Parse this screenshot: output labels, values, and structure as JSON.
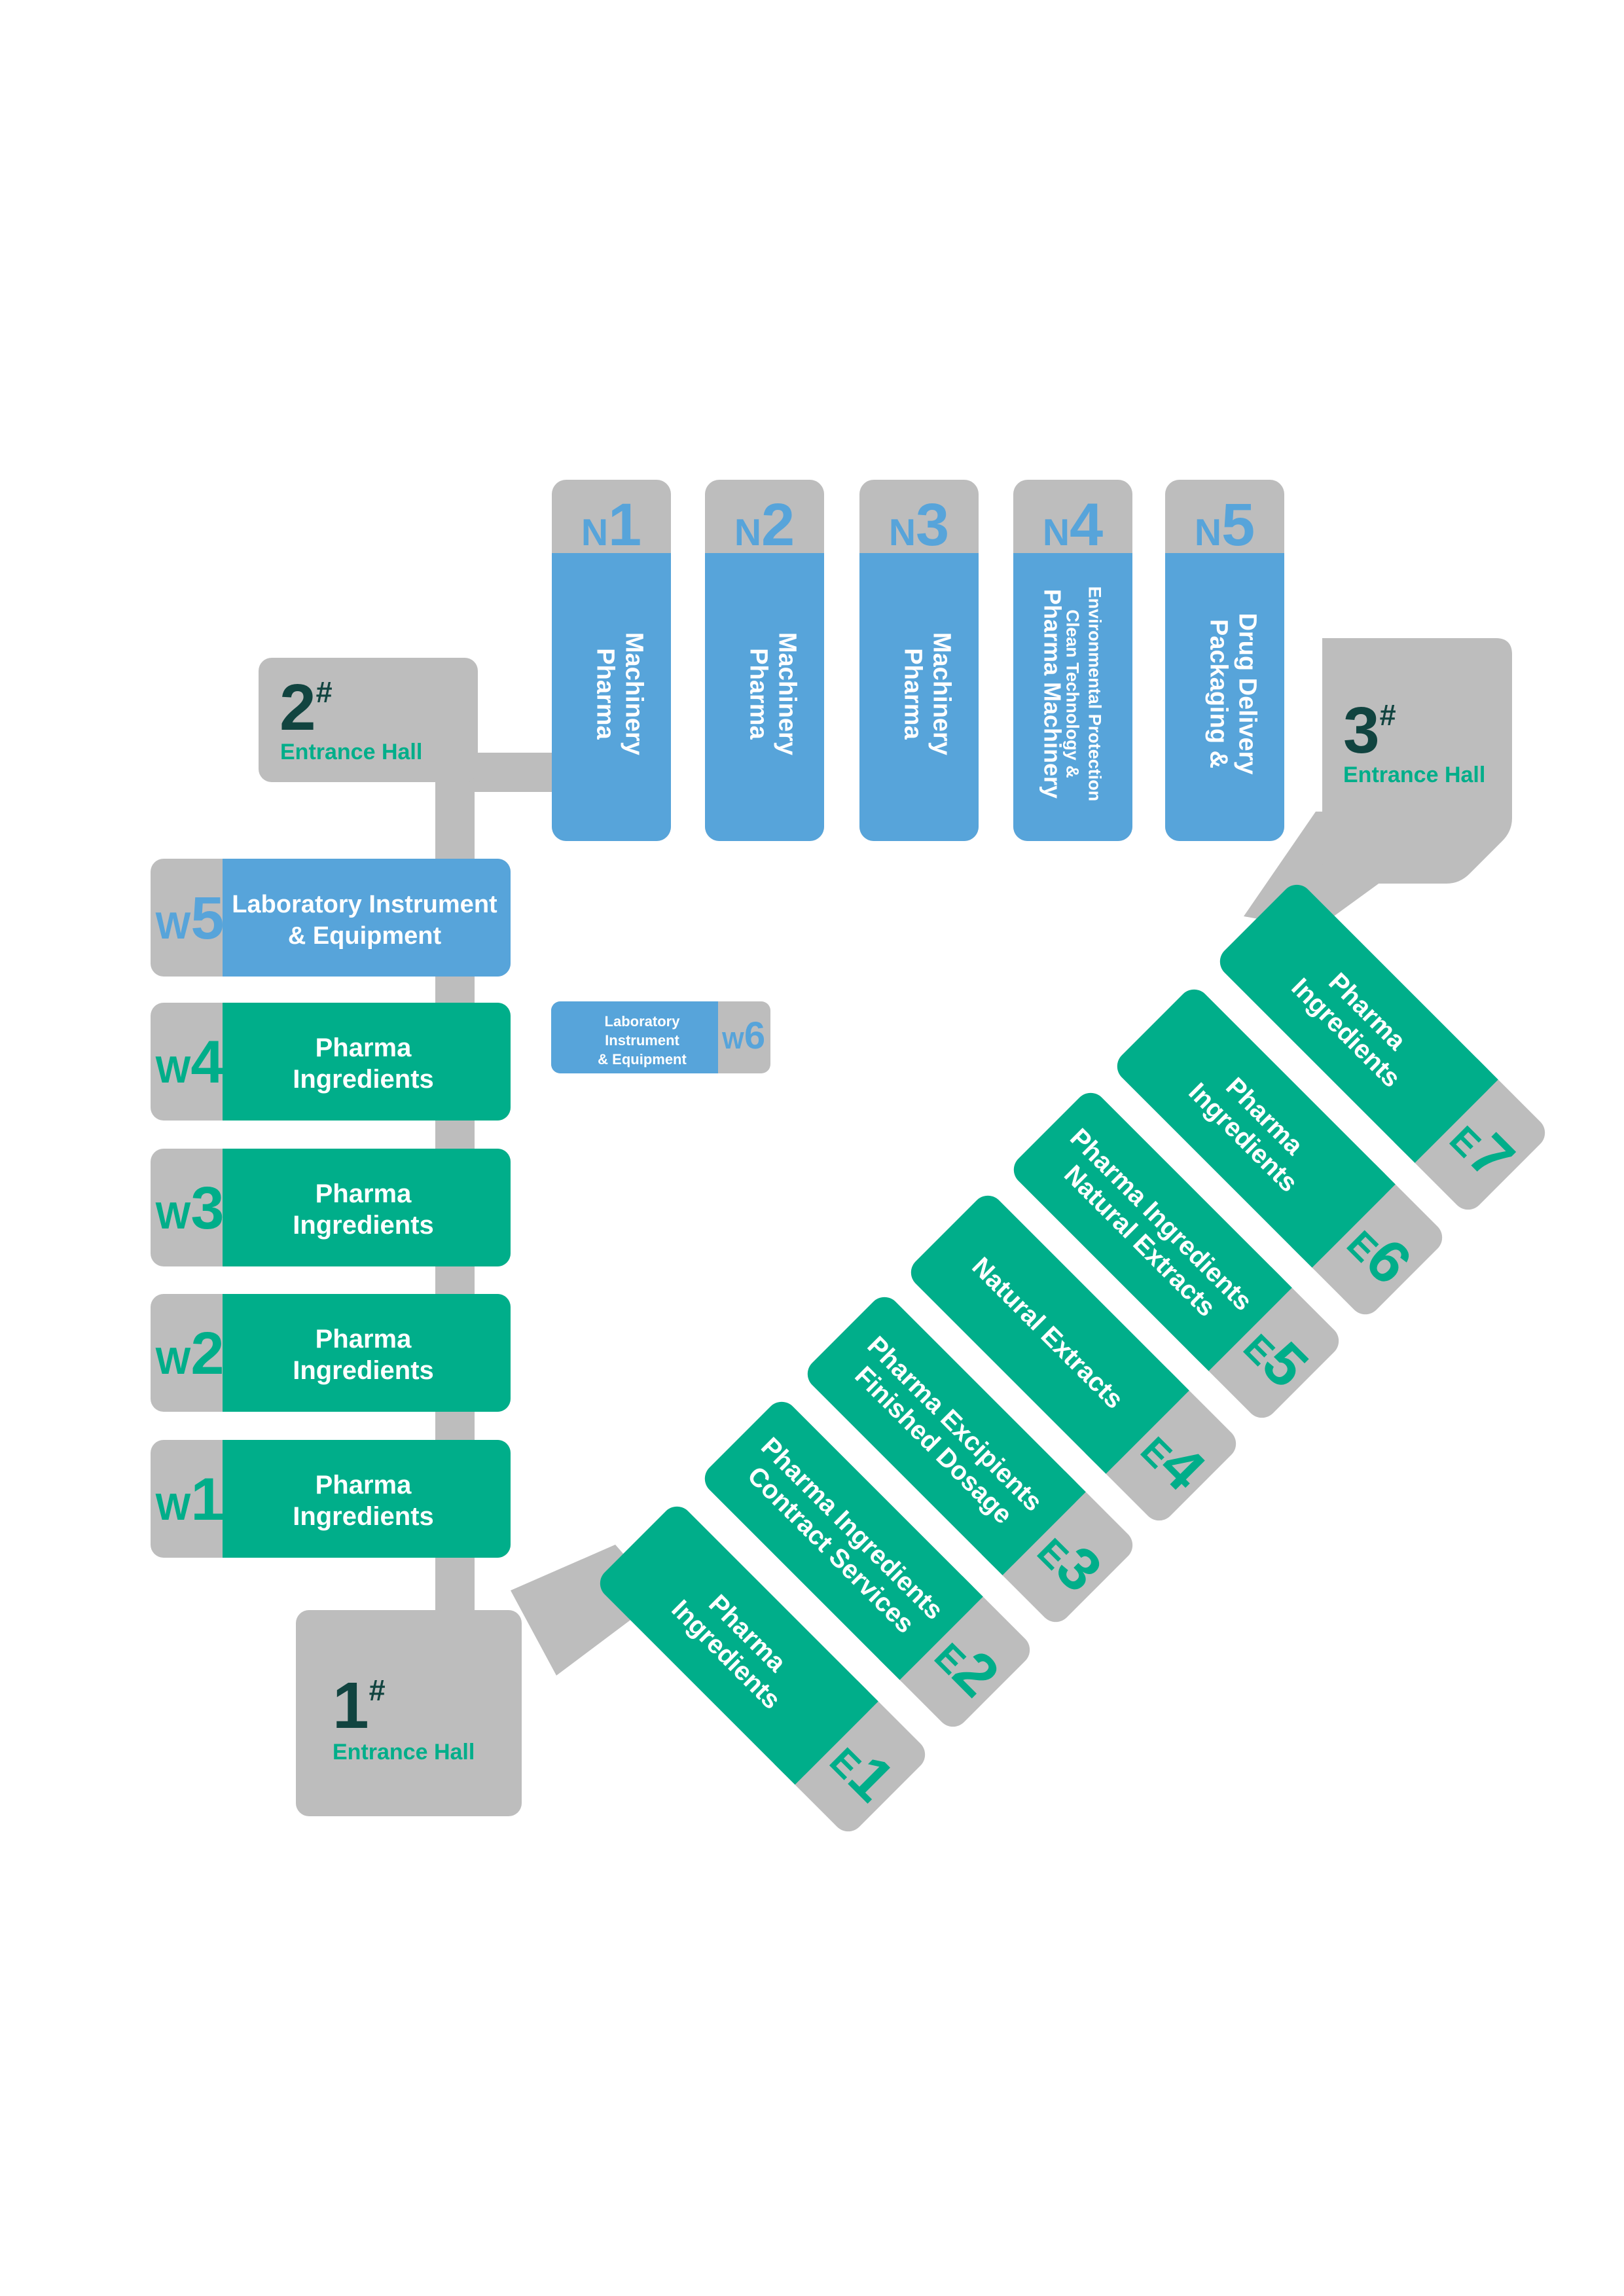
{
  "colors": {
    "corridor": "#bdbdbd",
    "blue": "#57a4da",
    "green": "#00ae8a",
    "dark": "#114440",
    "white": "#ffffff"
  },
  "entrances": [
    {
      "id": "entrance-1",
      "number": "1",
      "mark": "#",
      "label": "Entrance Hall"
    },
    {
      "id": "entrance-2",
      "number": "2",
      "mark": "#",
      "label": "Entrance Hall"
    },
    {
      "id": "entrance-3",
      "number": "3",
      "mark": "#",
      "label": "Entrance Hall"
    }
  ],
  "north_halls": [
    {
      "letter": "N",
      "num": "1",
      "lines": [
        "Pharma",
        "Machinery"
      ]
    },
    {
      "letter": "N",
      "num": "2",
      "lines": [
        "Pharma",
        "Machinery"
      ]
    },
    {
      "letter": "N",
      "num": "3",
      "lines": [
        "Pharma",
        "Machinery"
      ]
    },
    {
      "letter": "N",
      "num": "4",
      "lines": [
        "Pharma Machinery",
        "Clean Technology &",
        "Environmental Protection"
      ]
    },
    {
      "letter": "N",
      "num": "5",
      "lines": [
        "Packaging &",
        "Drug Delivery"
      ]
    }
  ],
  "west_halls": [
    {
      "letter": "W",
      "num": "5",
      "lines": [
        "Laboratory Instrument",
        "& Equipment"
      ],
      "theme": "blue"
    },
    {
      "letter": "W",
      "num": "4",
      "lines": [
        "Pharma",
        "Ingredients"
      ],
      "theme": "green"
    },
    {
      "letter": "W",
      "num": "3",
      "lines": [
        "Pharma",
        "Ingredients"
      ],
      "theme": "green"
    },
    {
      "letter": "W",
      "num": "2",
      "lines": [
        "Pharma",
        "Ingredients"
      ],
      "theme": "green"
    },
    {
      "letter": "W",
      "num": "1",
      "lines": [
        "Pharma",
        "Ingredients"
      ],
      "theme": "green"
    }
  ],
  "w6_hall": {
    "letter": "W",
    "num": "6",
    "lines": [
      "Laboratory",
      "Instrument",
      "& Equipment"
    ]
  },
  "east_halls": [
    {
      "letter": "E",
      "num": "1",
      "lines": [
        "Pharma",
        "Ingredients"
      ]
    },
    {
      "letter": "E",
      "num": "2",
      "lines": [
        "Pharma Ingredients",
        "Contract Services"
      ]
    },
    {
      "letter": "E",
      "num": "3",
      "lines": [
        "Pharma Excipients",
        "Finished Dosage"
      ]
    },
    {
      "letter": "E",
      "num": "4",
      "lines": [
        "Natural Extracts"
      ]
    },
    {
      "letter": "E",
      "num": "5",
      "lines": [
        "Pharma Ingredients",
        "Natural Extracts"
      ]
    },
    {
      "letter": "E",
      "num": "6",
      "lines": [
        "Pharma",
        "Ingredients"
      ]
    },
    {
      "letter": "E",
      "num": "7",
      "lines": [
        "Pharma",
        "Ingredients"
      ]
    }
  ]
}
